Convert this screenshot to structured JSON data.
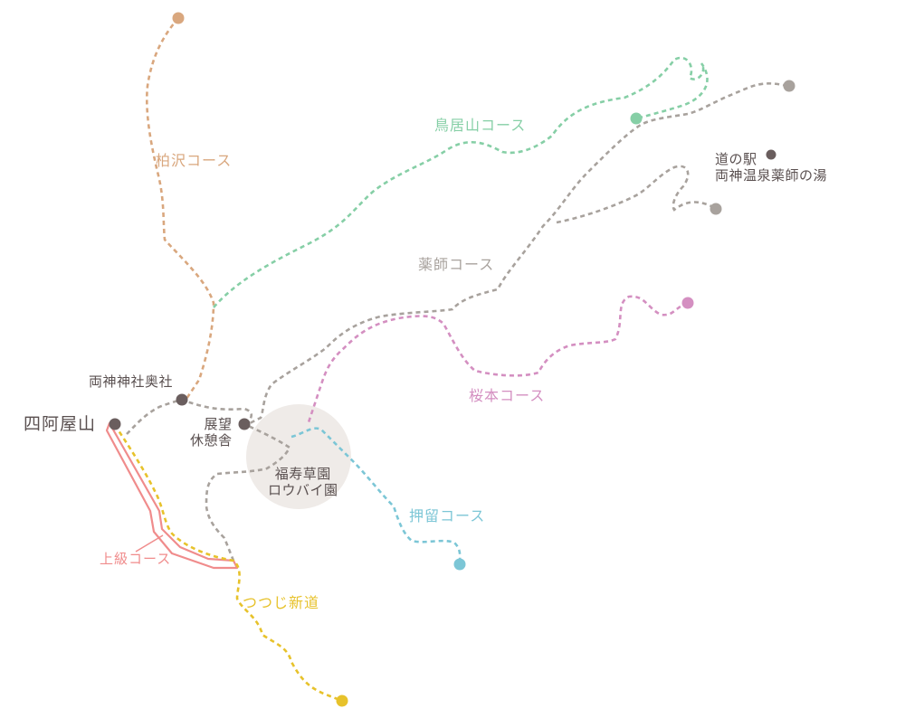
{
  "colors": {
    "kashiwazawa": "#d9a77e",
    "toriiyama": "#86cfa6",
    "yakushi": "#a8a29d",
    "sakuramoto": "#d48fc1",
    "oshitome": "#7cc6d6",
    "joukyu": "#f08c8c",
    "tsutsuji": "#e7c22b",
    "poi": "#6a5e5e",
    "garden_fill": "#efebe8"
  },
  "courses": {
    "kashiwazawa": "柏沢コース",
    "toriiyama": "鳥居山コース",
    "yakushi": "薬師コース",
    "sakuramoto": "桜本コース",
    "oshitome": "押留コース",
    "joukyu": "上級コース",
    "tsutsuji": "つつじ新道"
  },
  "places": {
    "summit": "四阿屋山",
    "okusha": "両神神社奥社",
    "tenbou_line1": "展望",
    "tenbou_line2": "休憩舎",
    "garden_line1": "福寿草園",
    "garden_line2": "ロウバイ園",
    "station_line1": "道の駅",
    "station_line2": "両神温泉薬師の湯"
  }
}
